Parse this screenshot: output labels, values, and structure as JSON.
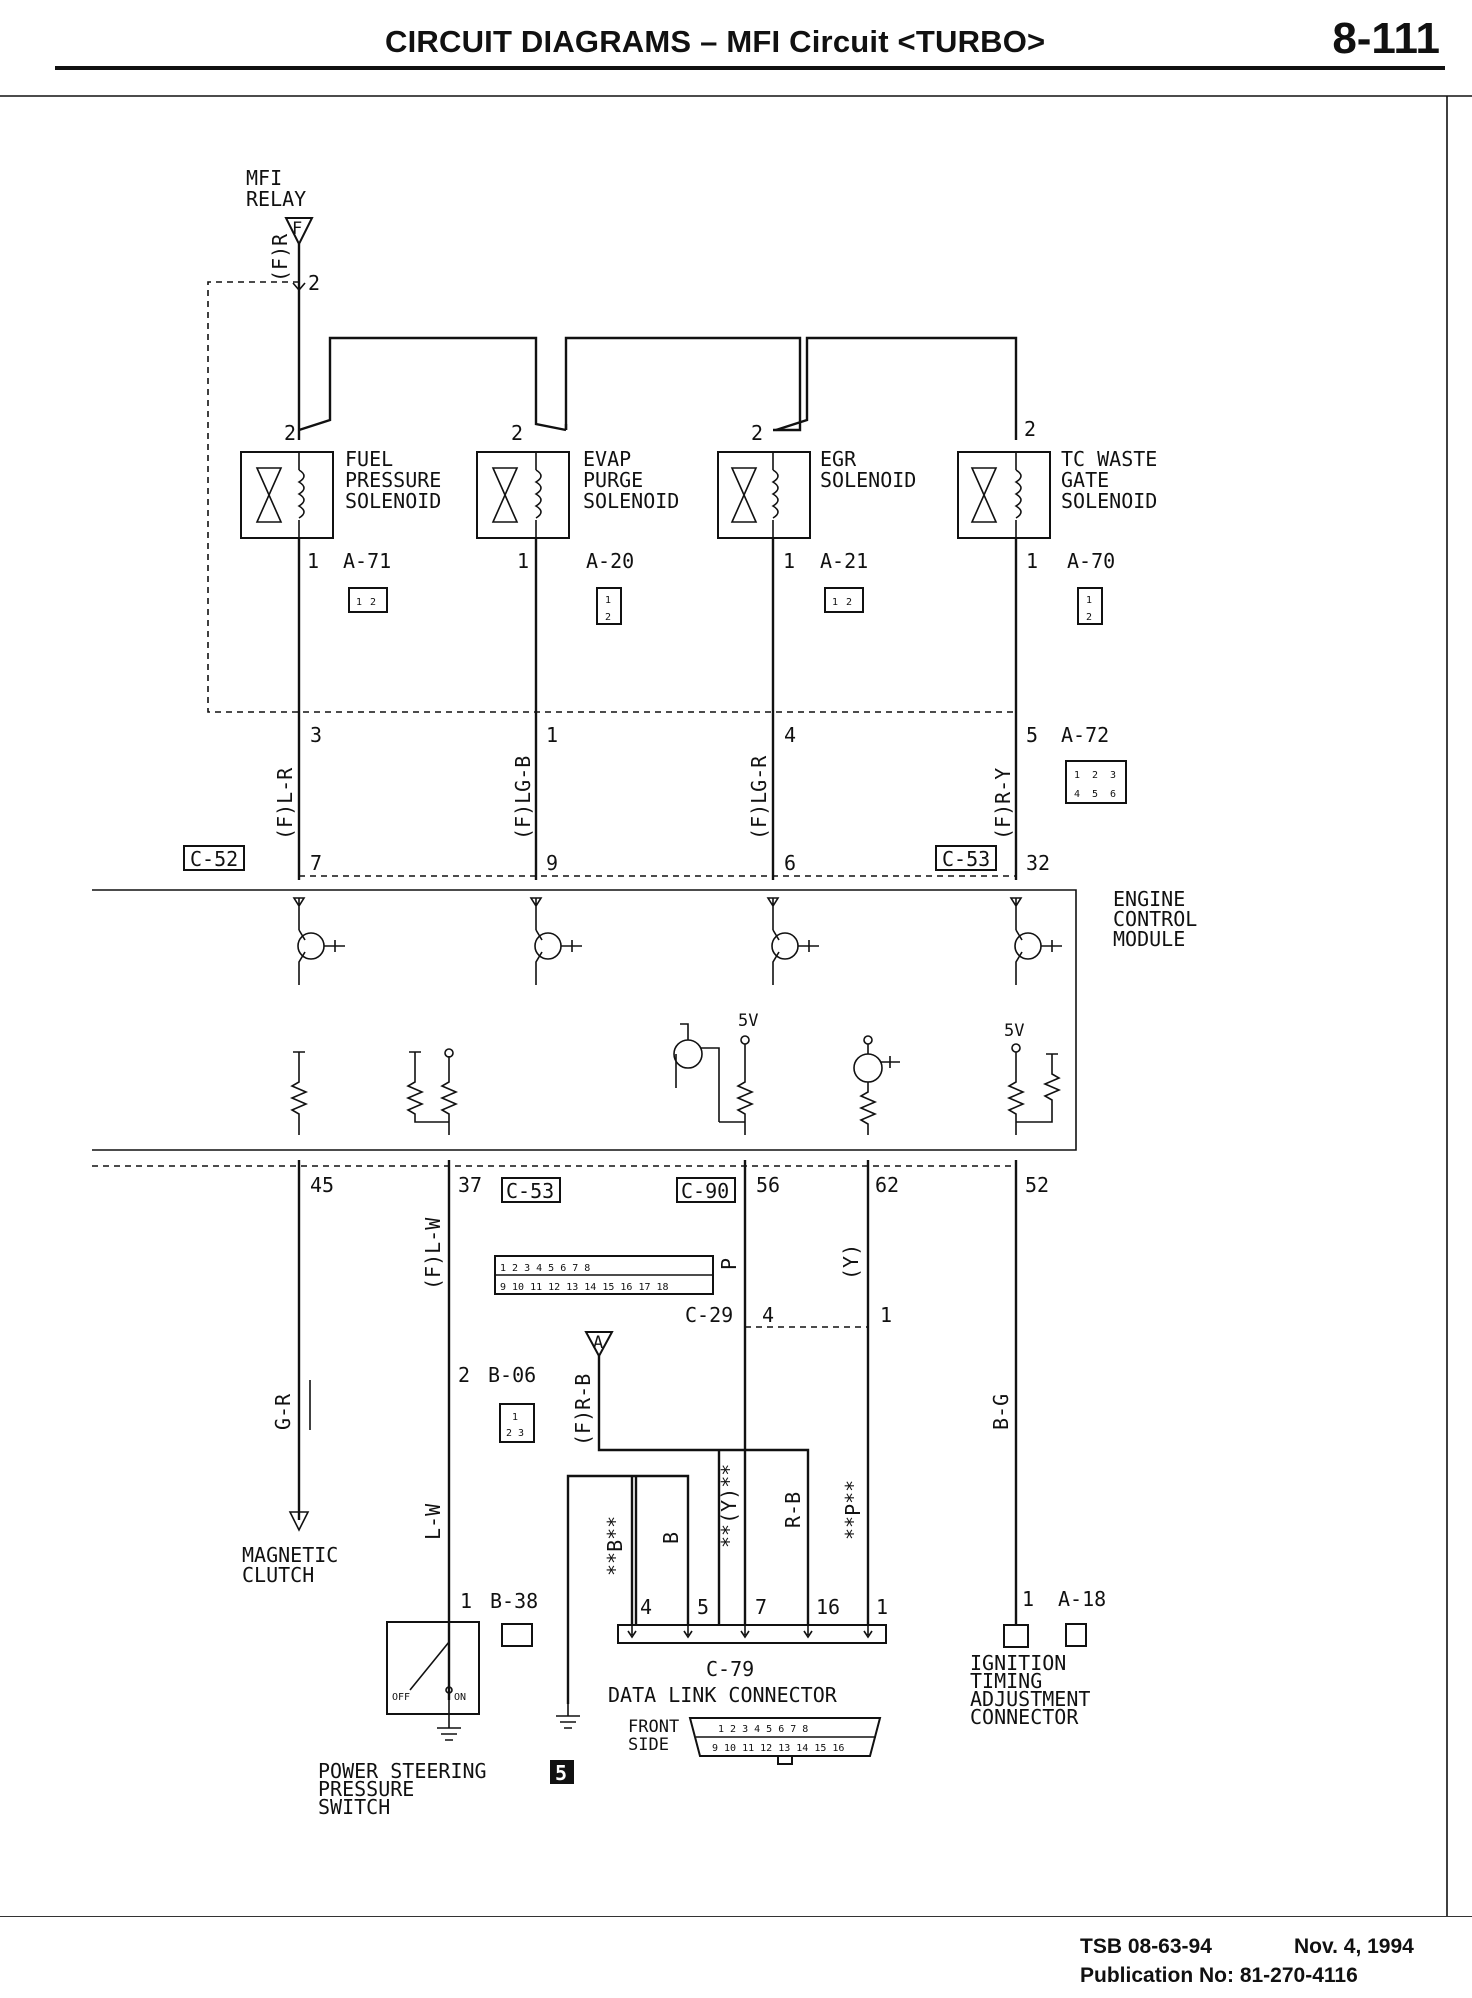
{
  "header": {
    "title": "CIRCUIT DIAGRAMS – MFI Circuit <TURBO>",
    "page": "8-111"
  },
  "relay": {
    "line1": "MFI",
    "line2": "RELAY",
    "wire": "(F)R",
    "term": "F",
    "pin": "2"
  },
  "solenoids": [
    {
      "name1": "FUEL",
      "name2": "PRESSURE",
      "name3": "SOLENOID",
      "conn": "A-71",
      "pin_top": "2",
      "pin_bot": "1",
      "conn_pin": "3",
      "wire": "(F)L-R",
      "ecm_pin": "7"
    },
    {
      "name1": "EVAP",
      "name2": "PURGE",
      "name3": "SOLENOID",
      "conn": "A-20",
      "pin_top": "2",
      "pin_bot": "1",
      "conn_pin": "1",
      "wire": "(F)LG-B",
      "ecm_pin": "9"
    },
    {
      "name1": "EGR",
      "name2": "SOLENOID",
      "name3": "",
      "conn": "A-21",
      "pin_top": "2",
      "pin_bot": "1",
      "conn_pin": "4",
      "wire": "(F)LG-R",
      "ecm_pin": "6"
    },
    {
      "name1": "TC WASTE",
      "name2": "GATE",
      "name3": "SOLENOID",
      "conn": "A-70",
      "pin_top": "2",
      "pin_bot": "1",
      "conn_pin": "5",
      "wire": "(F)R-Y",
      "ecm_pin": "32"
    }
  ],
  "connectors": {
    "a72": "A-72",
    "c52": "C-52",
    "c53a": "C-53",
    "c53b": "C-53",
    "c90": "C-90",
    "c29": "C-29",
    "b06": "B-06",
    "b38": "B-38",
    "a18": "A-18",
    "c79": "C-79"
  },
  "ecm": {
    "line1": "ENGINE",
    "line2": "CONTROL",
    "line3": "MODULE",
    "v5a": "5V",
    "v5b": "5V"
  },
  "lower_pins": {
    "p45": "45",
    "p37": "37",
    "p56": "56",
    "p62": "62",
    "p52": "52",
    "c29_4": "4",
    "c29_1": "1",
    "b06_2": "2",
    "b38_1": "1",
    "a18_1": "1"
  },
  "wires": {
    "gr": "G-R",
    "flw": "(F)L-W",
    "lw": "L-W",
    "p": "P",
    "y": "(Y)",
    "frb": "(F)R-B",
    "bg": "B-G",
    "b2": "**B**",
    "b": "B",
    "y2": "**(Y)**",
    "rb": "R-B",
    "p2": "**P**"
  },
  "junction": "A",
  "dlc_pins": {
    "p4": "4",
    "p5": "5",
    "p7": "7",
    "p16": "16",
    "p1": "1"
  },
  "labels": {
    "magnetic1": "MAGNETIC",
    "magnetic2": "CLUTCH",
    "ps1": "POWER STEERING",
    "ps2": "PRESSURE",
    "ps3": "SWITCH",
    "dlc": "DATA LINK CONNECTOR",
    "front": "FRONT",
    "side": "SIDE",
    "ign1": "IGNITION",
    "ign2": "TIMING",
    "ign3": "ADJUSTMENT",
    "ign4": "CONNECTOR",
    "off": "OFF",
    "on": "ON",
    "badge": "5"
  },
  "pinmap": {
    "c90_row1": [
      "1",
      "2",
      "3",
      "4",
      "",
      "5",
      "6",
      "7",
      "8"
    ],
    "c90_row2": [
      "9",
      "10",
      "11",
      "12",
      "13",
      "14",
      "15",
      "16",
      "17",
      "18"
    ],
    "dlc_row1": [
      "1",
      "2",
      "3",
      "4",
      "5",
      "6",
      "7",
      "8"
    ],
    "dlc_row2": [
      "9",
      "10",
      "11",
      "12",
      "13",
      "14",
      "15",
      "16"
    ],
    "a72_row1": [
      "1",
      "2",
      "3"
    ],
    "a72_row2": [
      "4",
      "5",
      "6"
    ]
  },
  "footer": {
    "tsb": "TSB 08-63-94",
    "date": "Nov. 4, 1994",
    "pub": "Publication No: 81-270-4116"
  }
}
